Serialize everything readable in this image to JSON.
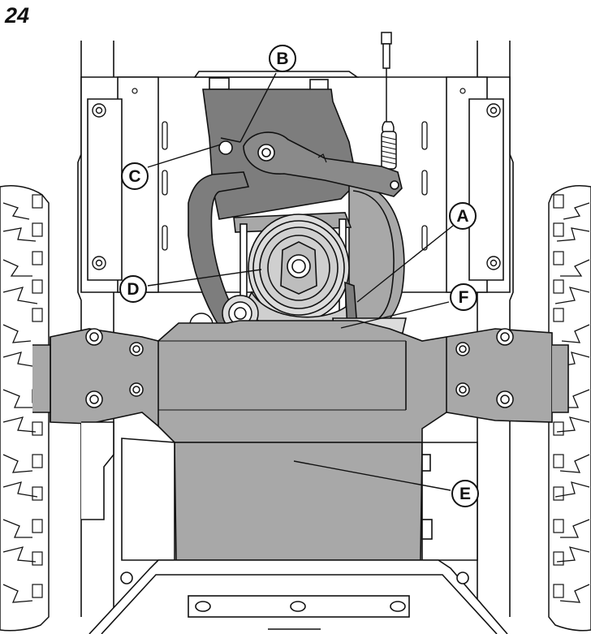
{
  "figure_number": "24",
  "callouts": {
    "A": "A",
    "B": "B",
    "C": "C",
    "D": "D",
    "E": "E",
    "F": "F"
  },
  "colors": {
    "line": "#111111",
    "part_gray": "#a8a8a8",
    "dark_gray": "#7d7d7d",
    "light_gray": "#dcdcdc",
    "background": "#ffffff"
  }
}
